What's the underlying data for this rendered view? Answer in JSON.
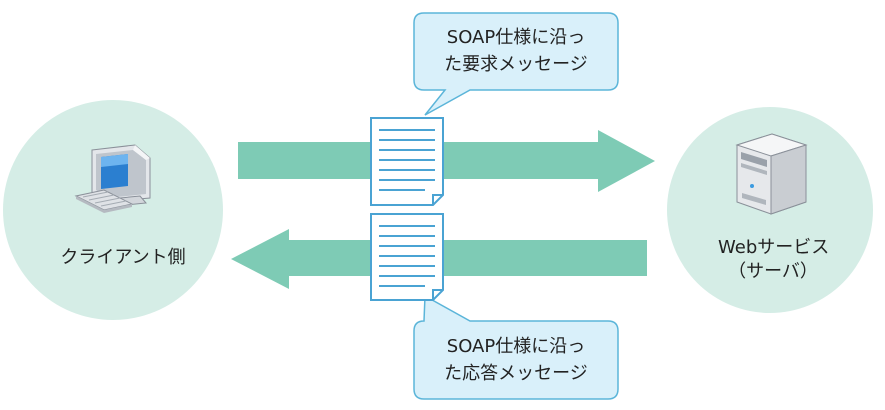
{
  "client": {
    "label": "クライアント側",
    "icon": "desktop-computer-icon"
  },
  "server": {
    "label_line1": "Webサービス",
    "label_line2": "（サーバ）",
    "icon": "server-tower-icon"
  },
  "request_bubble": {
    "line1": "SOAP仕様に沿っ",
    "line2": "た要求メッセージ"
  },
  "response_bubble": {
    "line1": "SOAP仕様に沿っ",
    "line2": "た応答メッセージ"
  },
  "colors": {
    "node_fill": "#d5ede6",
    "arrow": "#7ecbb5",
    "bubble_fill": "#d9f0fa",
    "bubble_stroke": "#5bb5d9",
    "doc_stroke": "#4aa3d3",
    "doc_lines": "#4aa3d3"
  }
}
